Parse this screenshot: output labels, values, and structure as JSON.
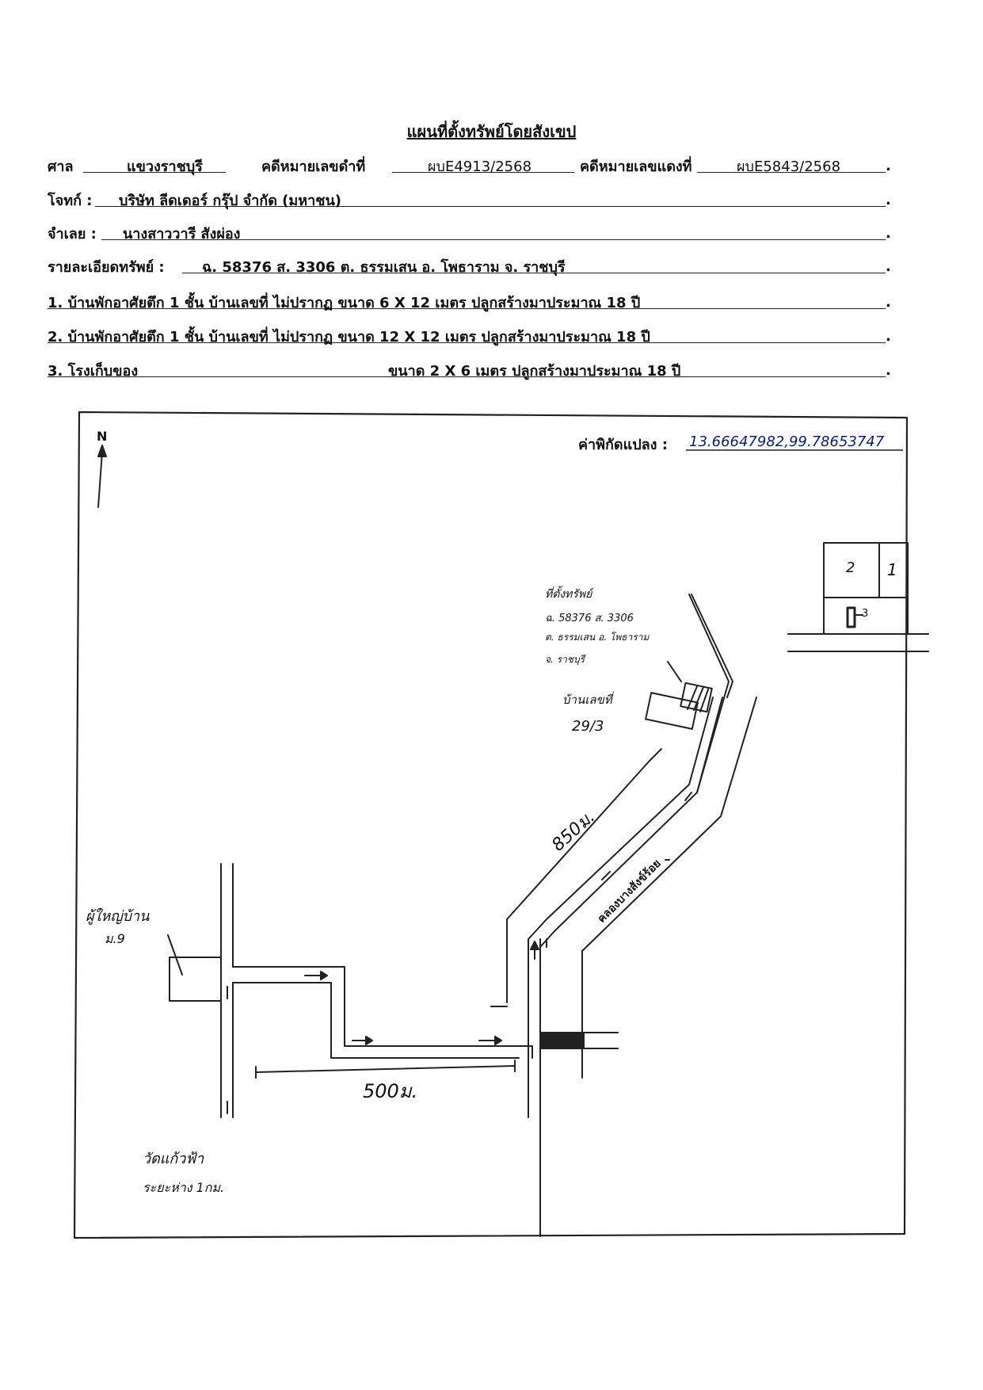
{
  "document": {
    "title": "แผนที่ตั้งทรัพย์โดยสังเขป",
    "court_label": "ศาล",
    "court_value": "แขวงราชบุรี",
    "black_case_label": "คดีหมายเลขดำที่",
    "black_case_value": "ผบE4913/2568",
    "red_case_label": "คดีหมายเลขแดงที่",
    "red_case_value": "ผบE5843/2568",
    "plaintiff_label": "โจทก์ :",
    "plaintiff_value": "บริษัท ลีดเดอร์ กรุ๊ป จำกัด (มหาชน)",
    "defendant_label": "จำเลย :",
    "defendant_value": "นางสาววารี สังผ่อง",
    "property_label": "รายละเอียดทรัพย์  :",
    "property_value": "ฉ. 58376 ส. 3306 ต. ธรรมเสน อ. โพธาราม จ. ราชบุรี",
    "item1": "1. บ้านพักอาศัยตึก 1 ชั้น บ้านเลขที่ ไม่ปรากฏ ขนาด  6 X 12 เมตร ปลูกสร้างมาประมาณ 18 ปี",
    "item2": "2. บ้านพักอาศัยตึก 1 ชั้น บ้านเลขที่ ไม่ปรากฏ ขนาด 12 X 12 เมตร ปลูกสร้างมาประมาณ 18 ปี",
    "item3_name": "3. โรงเก็บของ",
    "item3_detail": "ขนาด   2 X 6 เมตร ปลูกสร้างมาประมาณ 18 ปี",
    "end_dot": "."
  },
  "map": {
    "north": "N",
    "coord_label": "ค่าพิกัดแปลง :",
    "coord_value": "13.66647982,99.78653747",
    "inset_label_1": "1",
    "inset_label_2": "2",
    "inset_label_3": "3",
    "property_note_1": "ที่ตั้งทรัพย์",
    "property_note_2": "ฉ. 58376  ส. 3306",
    "property_note_3": "ต. ธรรมเสน อ. โพธาราม",
    "property_note_4": "จ. ราชบุรี",
    "house_no_label": "บ้านเลขที่",
    "house_no_value": "29/3",
    "distance_850": "850ม.",
    "canal": "คลองบางสังข์ร้อย",
    "village_head_1": "ผู้ใหญ่บ้าน",
    "village_head_2": "ม.9",
    "distance_500": "500ม.",
    "temple": "วัดแก้วฟ้า",
    "temple_distance": "ระยะห่าง 1กม."
  }
}
